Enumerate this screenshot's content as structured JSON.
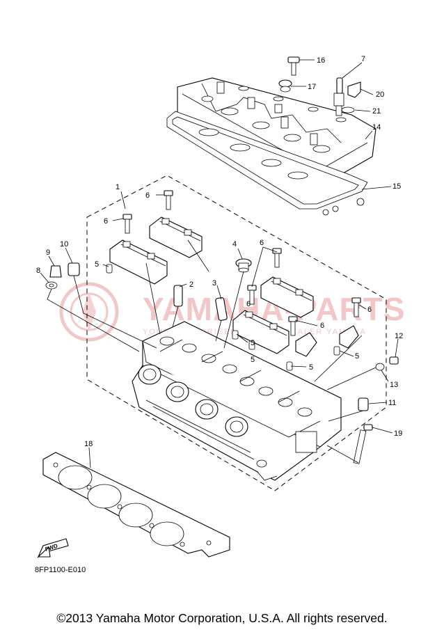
{
  "diagram": {
    "code": "8FP1100-E010",
    "copyright": "©2013 Yamaha Motor Corporation, U.S.A. All rights reserved.",
    "fwd_label": "FWD",
    "watermark": {
      "text": "YAMAHA-PARTS",
      "subtext": "YOUR AUTHORISED YAMAHA DEALER YAMAHA"
    },
    "callouts": [
      "1",
      "2",
      "3",
      "4",
      "5",
      "5",
      "5",
      "5",
      "5",
      "6",
      "6",
      "6",
      "6",
      "6",
      "6",
      "7",
      "8",
      "9",
      "10",
      "11",
      "12",
      "13",
      "14",
      "15",
      "16",
      "17",
      "18",
      "19",
      "20",
      "21"
    ]
  }
}
